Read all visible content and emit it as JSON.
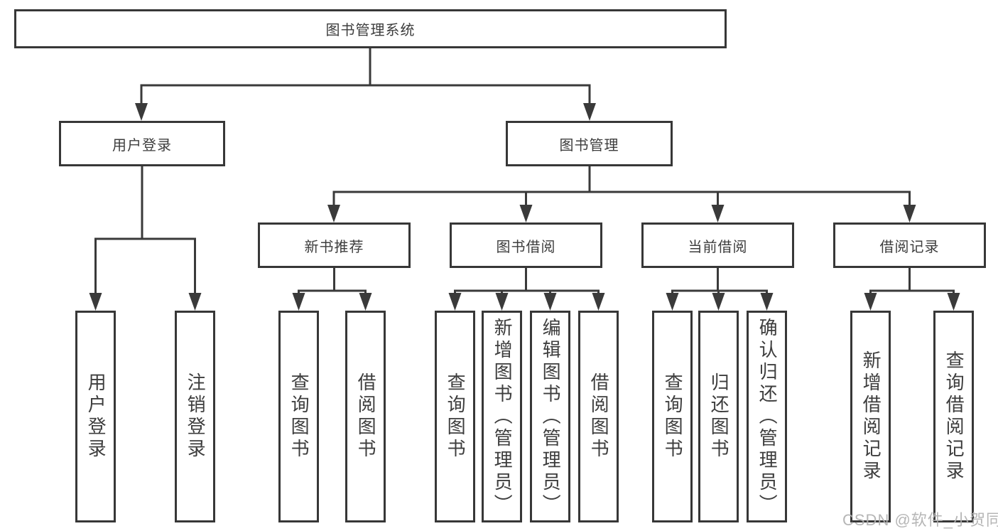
{
  "diagram": {
    "root": {
      "label": "图书管理系统"
    },
    "branches": [
      {
        "label": "用户登录",
        "children": [
          {
            "label": "用户登录"
          },
          {
            "label": "注销登录"
          }
        ]
      },
      {
        "label": "图书管理",
        "children": [
          {
            "label": "新书推荐",
            "children": [
              {
                "label": "查询图书"
              },
              {
                "label": "借阅图书"
              }
            ]
          },
          {
            "label": "图书借阅",
            "children": [
              {
                "label": "查询图书"
              },
              {
                "label": "新增图书（管理员）"
              },
              {
                "label": "编辑图书（管理员）"
              },
              {
                "label": "借阅图书"
              }
            ]
          },
          {
            "label": "当前借阅",
            "children": [
              {
                "label": "查询图书"
              },
              {
                "label": "归还图书"
              },
              {
                "label": "确认归还（管理员）"
              }
            ]
          },
          {
            "label": "借阅记录",
            "children": [
              {
                "label": "新增借阅记录"
              },
              {
                "label": "查询借阅记录"
              }
            ]
          }
        ]
      }
    ]
  },
  "watermark": {
    "text": "CSDN @软件_小贺同学"
  },
  "colors": {
    "line": "#3a3a3a",
    "text": "#3d3d3d",
    "background": "#ffffff",
    "watermark": "#b0b0b0"
  }
}
